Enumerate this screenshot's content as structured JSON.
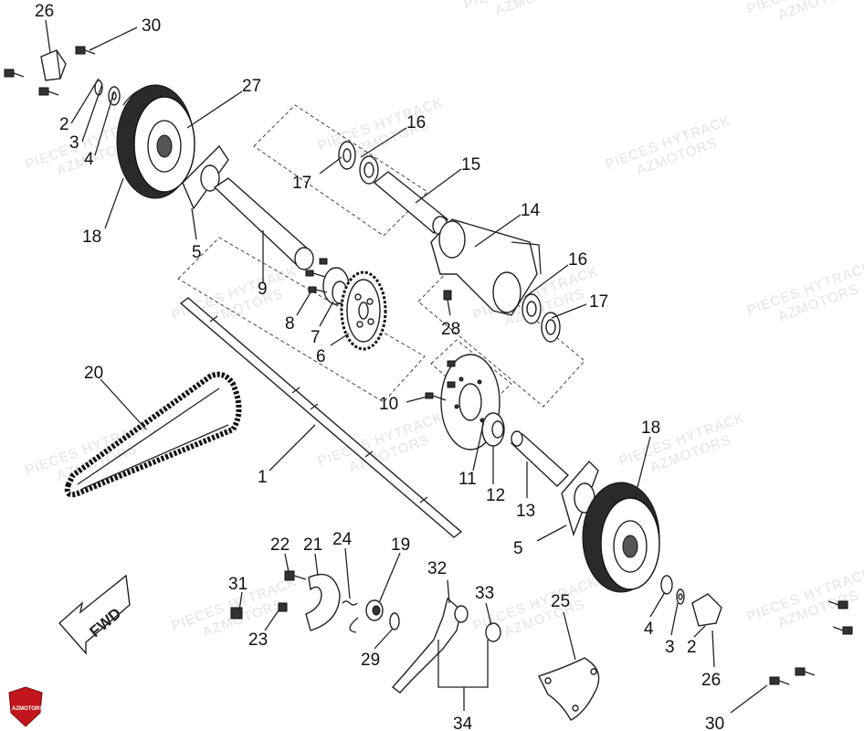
{
  "watermark": {
    "line1": "PIECES HYTRACK",
    "line2": "AZMOTORS"
  },
  "logo": {
    "text": "AZMOTORS"
  },
  "fwd_label": "FWD",
  "callouts": [
    {
      "id": "c26a",
      "text": "26"
    },
    {
      "id": "c30a",
      "text": "30"
    },
    {
      "id": "c27",
      "text": "27"
    },
    {
      "id": "c2a",
      "text": "2"
    },
    {
      "id": "c3a",
      "text": "3"
    },
    {
      "id": "c4a",
      "text": "4"
    },
    {
      "id": "c18a",
      "text": "18"
    },
    {
      "id": "c5a",
      "text": "5"
    },
    {
      "id": "c9",
      "text": "9"
    },
    {
      "id": "c8",
      "text": "8"
    },
    {
      "id": "c7",
      "text": "7"
    },
    {
      "id": "c6",
      "text": "6"
    },
    {
      "id": "c16a",
      "text": "16"
    },
    {
      "id": "c17a",
      "text": "17"
    },
    {
      "id": "c15",
      "text": "15"
    },
    {
      "id": "c14",
      "text": "14"
    },
    {
      "id": "c16b",
      "text": "16"
    },
    {
      "id": "c17b",
      "text": "17"
    },
    {
      "id": "c28",
      "text": "28"
    },
    {
      "id": "c20",
      "text": "20"
    },
    {
      "id": "c10",
      "text": "10"
    },
    {
      "id": "c1",
      "text": "1"
    },
    {
      "id": "c11",
      "text": "11"
    },
    {
      "id": "c12",
      "text": "12"
    },
    {
      "id": "c13",
      "text": "13"
    },
    {
      "id": "c18b",
      "text": "18"
    },
    {
      "id": "c5b",
      "text": "5"
    },
    {
      "id": "c22",
      "text": "22"
    },
    {
      "id": "c21",
      "text": "21"
    },
    {
      "id": "c24",
      "text": "24"
    },
    {
      "id": "c19",
      "text": "19"
    },
    {
      "id": "c32",
      "text": "32"
    },
    {
      "id": "c33",
      "text": "33"
    },
    {
      "id": "c25",
      "text": "25"
    },
    {
      "id": "c31",
      "text": "31"
    },
    {
      "id": "c23",
      "text": "23"
    },
    {
      "id": "c29",
      "text": "29"
    },
    {
      "id": "c34",
      "text": "34"
    },
    {
      "id": "c4b",
      "text": "4"
    },
    {
      "id": "c3b",
      "text": "3"
    },
    {
      "id": "c2b",
      "text": "2"
    },
    {
      "id": "c26b",
      "text": "26"
    },
    {
      "id": "c30b",
      "text": "30"
    }
  ]
}
